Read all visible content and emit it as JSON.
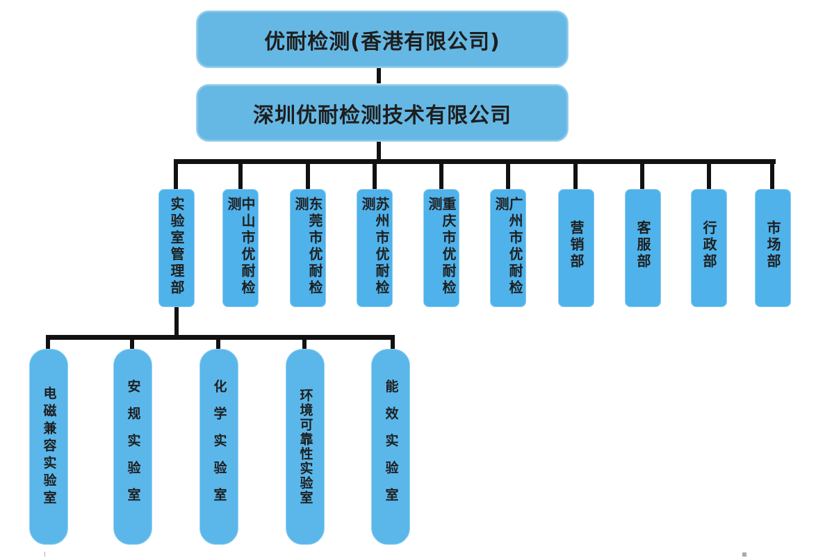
{
  "root": {
    "label": "优耐检测(香港有限公司)"
  },
  "company": {
    "label": "深圳优耐检测技术有限公司"
  },
  "departments": [
    {
      "label": "实验室管理部"
    },
    {
      "label": "中山市优耐检测"
    },
    {
      "label": "东莞市优耐检测"
    },
    {
      "label": "苏州市优耐检测"
    },
    {
      "label": "重庆市优耐检测"
    },
    {
      "label": "广州市优耐检测"
    },
    {
      "label": "营销部"
    },
    {
      "label": "客服部"
    },
    {
      "label": "行政部"
    },
    {
      "label": "市场部"
    }
  ],
  "labs": [
    {
      "label": "电磁兼容实验室"
    },
    {
      "label": "安规实验室"
    },
    {
      "label": "化学实验室"
    },
    {
      "label": "环境可靠性实验室"
    },
    {
      "label": "能效实验室"
    }
  ],
  "colors": {
    "box_fill": "#5bb7ea",
    "connector": "#111111",
    "text": "#1e1e1e"
  }
}
